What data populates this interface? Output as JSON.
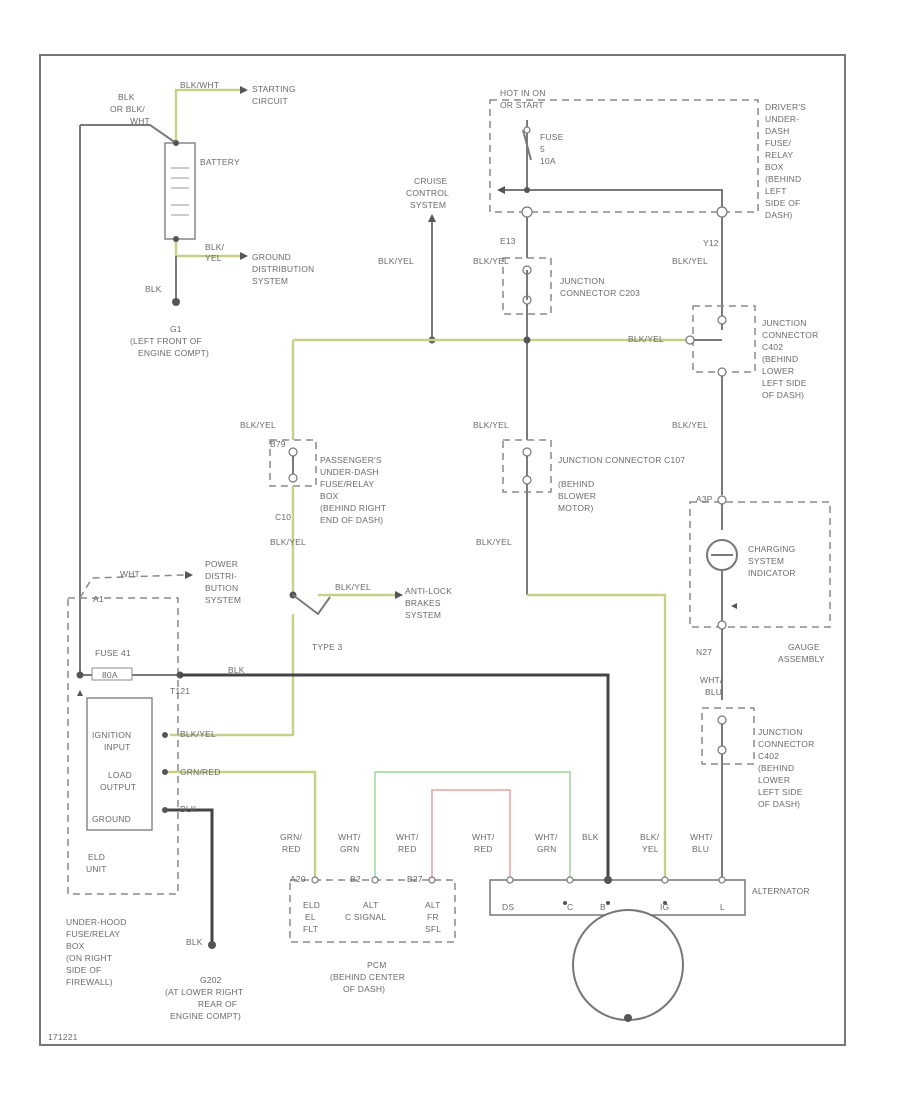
{
  "labels": {
    "blk_or_blkwht": [
      "BLK",
      "OR BLK/",
      "WHT"
    ],
    "battery": "BATTERY",
    "starting_circuit": [
      "STARTING",
      "CIRCUIT"
    ],
    "starting_wire": "BLK/WHT",
    "blk_yel_top": [
      "BLK/",
      "YEL"
    ],
    "ground_dist": [
      "GROUND",
      "DISTRIBUTION",
      "SYSTEM"
    ],
    "blk_left": "BLK",
    "g1": [
      "G1",
      "(LEFT FRONT OF",
      "ENGINE COMPT)"
    ],
    "cruise": [
      "CRUISE",
      "CONTROL",
      "SYSTEM"
    ],
    "blkyel": "BLK/YEL",
    "hot_in_on": [
      "HOT IN ON",
      "OR START"
    ],
    "fuse5": [
      "FUSE",
      "5",
      "10A"
    ],
    "drivers_box": [
      "DRIVER'S",
      "UNDER-",
      "DASH",
      "FUSE/",
      "RELAY",
      "BOX",
      "(BEHIND",
      "LEFT",
      "SIDE OF",
      "DASH)"
    ],
    "e13": "E13",
    "y12": "Y12",
    "jc_c203": [
      "JUNCTION",
      "CONNECTOR C203"
    ],
    "jc_c402_top": [
      "JUNCTION",
      "CONNECTOR",
      "C402",
      "(BEHIND",
      "LOWER",
      "LEFT SIDE",
      "OF DASH)"
    ],
    "passenger_box": [
      "PASSENGER'S",
      "UNDER-DASH",
      "FUSE/RELAY",
      "BOX",
      "(BEHIND RIGHT",
      "END OF DASH)"
    ],
    "b79": "B79",
    "c10": "C10",
    "jc_c107": [
      "JUNCTION CONNECTOR C107",
      "(BEHIND",
      "BLOWER",
      "MOTOR)"
    ],
    "a3p": "A3P",
    "charging_ind": [
      "CHARGING",
      "SYSTEM",
      "INDICATOR"
    ],
    "whtlabel": "WHT",
    "power_dist": [
      "POWER",
      "DISTRI-",
      "BUTION",
      "SYSTEM"
    ],
    "a1": "A1",
    "antilock": [
      "ANTI-LOCK",
      "BRAKES",
      "SYSTEM"
    ],
    "type3": "TYPE 3",
    "gauge_asm": [
      "GAUGE",
      "ASSEMBLY"
    ],
    "fuse41": "FUSE 41",
    "fuse41_amp": "80A",
    "blk_main": "BLK",
    "t121": "T121",
    "n27": "N27",
    "wht_blu": [
      "WHT/",
      "BLU"
    ],
    "elu_inner": [
      "IGNITION",
      "INPUT",
      "LOAD",
      "OUTPUT",
      "GROUND"
    ],
    "grn_red": "GRN/RED",
    "jc_c402_bot": [
      "JUNCTION",
      "CONNECTOR",
      "C402",
      "(BEHIND",
      "LOWER",
      "LEFT SIDE",
      "OF DASH)"
    ],
    "elu_unit": [
      "ELD",
      "UNIT"
    ],
    "underhood": [
      "UNDER-HOOD",
      "FUSE/RELAY",
      "BOX",
      "(ON RIGHT",
      "SIDE OF",
      "FIREWALL)"
    ],
    "blk_g202": "BLK",
    "g202": [
      "G202",
      "(AT LOWER RIGHT",
      "REAR OF",
      "ENGINE COMPT)"
    ],
    "bottom_wires": [
      [
        "GRN/",
        "RED"
      ],
      [
        "WHT/",
        "GRN"
      ],
      [
        "WHT/",
        "RED"
      ],
      [
        "WHT/",
        "RED"
      ],
      [
        "WHT/",
        "GRN"
      ],
      [
        "BLK"
      ],
      [
        "BLK/",
        "YEL"
      ],
      [
        "WHT/",
        "BLU"
      ]
    ],
    "pcm_pins": [
      "A20",
      "B2",
      "B27"
    ],
    "pcm_terms": [
      [
        "ELD",
        "EL",
        "FLT"
      ],
      [
        "ALT",
        "C SIGNAL"
      ],
      [
        "ALT",
        "FR",
        "SFL"
      ]
    ],
    "pcm": [
      "PCM",
      "(BEHIND CENTER",
      "OF DASH)"
    ],
    "alternator": "ALTERNATOR",
    "alt_terms": [
      "DS",
      "C",
      "B",
      "IG",
      "L"
    ],
    "figure_id": "171221"
  },
  "colors": {
    "wire_gray": "#7a7a7a",
    "wire_dark": "#444444",
    "wire_yellow": "#c9cf86",
    "wire_green": "#9bd89b",
    "wire_red": "#e8a0a0"
  }
}
